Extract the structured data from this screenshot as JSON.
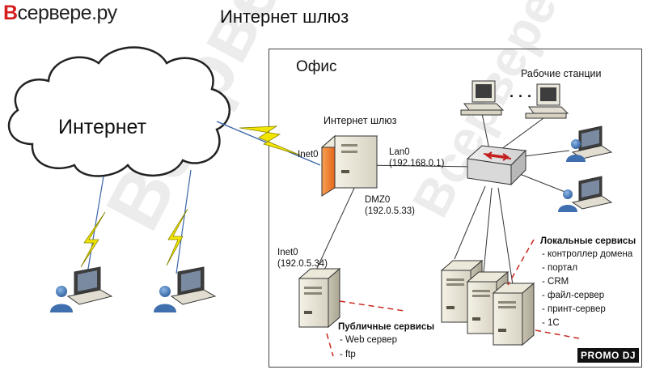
{
  "logo": {
    "prefix": "В",
    "rest": "сервере.ру"
  },
  "title": "Интернет шлюз",
  "office": {
    "label": "Офис"
  },
  "cloud": {
    "label": "Интернет"
  },
  "gateway": {
    "title": "Интернет шлюз",
    "inet0": "Inet0",
    "lan0": "Lan0",
    "lan0_ip": "(192.168.0.1)",
    "dmz0": "DMZ0",
    "dmz0_ip": "(192.0.5.33)"
  },
  "public_server": {
    "inet0": "Inet0",
    "inet0_ip": "(192.0.5.34)",
    "title": "Публичные сервисы",
    "services": [
      "- Web сервер",
      "- ftp"
    ]
  },
  "workstations": {
    "label": "Рабочие станции",
    "dots": "· · ·"
  },
  "local_services": {
    "title": "Локальные сервисы",
    "items": [
      "- контроллер домена",
      "- портал",
      "- CRM",
      "- файл-сервер",
      "- принт-сервер",
      "- 1С"
    ]
  },
  "watermark": "Всервере.ру",
  "watermark_small": "Всервере.ру",
  "promo": {
    "left": "PROMO",
    "right": "DJ"
  },
  "colors": {
    "logo_red": "#d51f1f",
    "lightning": "#f2e600",
    "dashed_red": "#c8281e",
    "gateway_orange": "#ef7a22",
    "user_blue": "#4a7fbf"
  }
}
